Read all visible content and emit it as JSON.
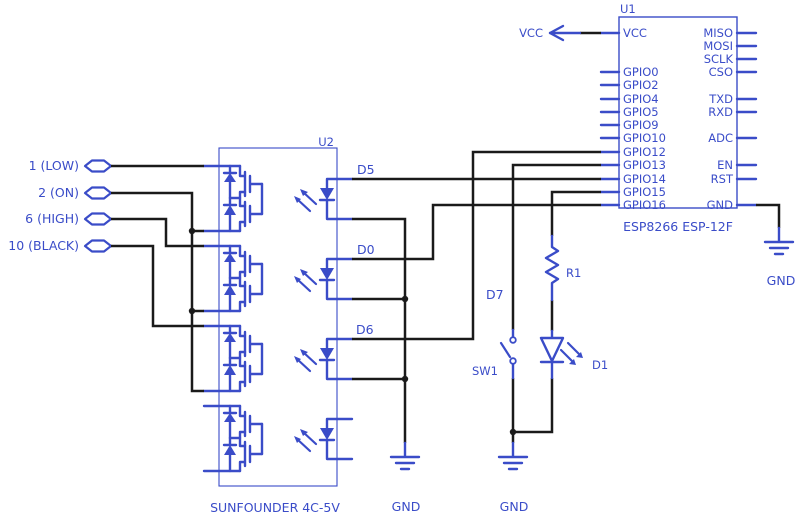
{
  "u1": {
    "ref": "U1",
    "part": "ESP8266 ESP-12F",
    "left_pins": [
      "VCC",
      "GPIO0",
      "GPIO2",
      "GPIO4",
      "GPIO5",
      "GPIO9",
      "GPIO10",
      "GPIO12",
      "GPIO13",
      "GPIO14",
      "GPIO15",
      "GPIO16"
    ],
    "right_pins": [
      "MISO",
      "MOSI",
      "SCLK",
      "CSO",
      "TXD",
      "RXD",
      "ADC",
      "EN",
      "RST",
      "GND"
    ]
  },
  "u2": {
    "ref": "U2",
    "part": "SUNFOUNDER 4C-5V"
  },
  "connectors": {
    "labels": [
      "1 (LOW)",
      "2 (ON)",
      "6 (HIGH)",
      "10 (BLACK)"
    ]
  },
  "net_labels": {
    "d5": "D5",
    "d0": "D0",
    "d6": "D6",
    "d7": "D7"
  },
  "components": {
    "r1": "R1",
    "d1": "D1",
    "sw1": "SW1"
  },
  "power": {
    "vcc": "VCC",
    "gnd_mid": "GND",
    "gnd_sw": "GND",
    "gnd_u1": "GND"
  },
  "colors": {
    "wire": "#1a1a1a",
    "symbol": "#3a4cc8"
  }
}
